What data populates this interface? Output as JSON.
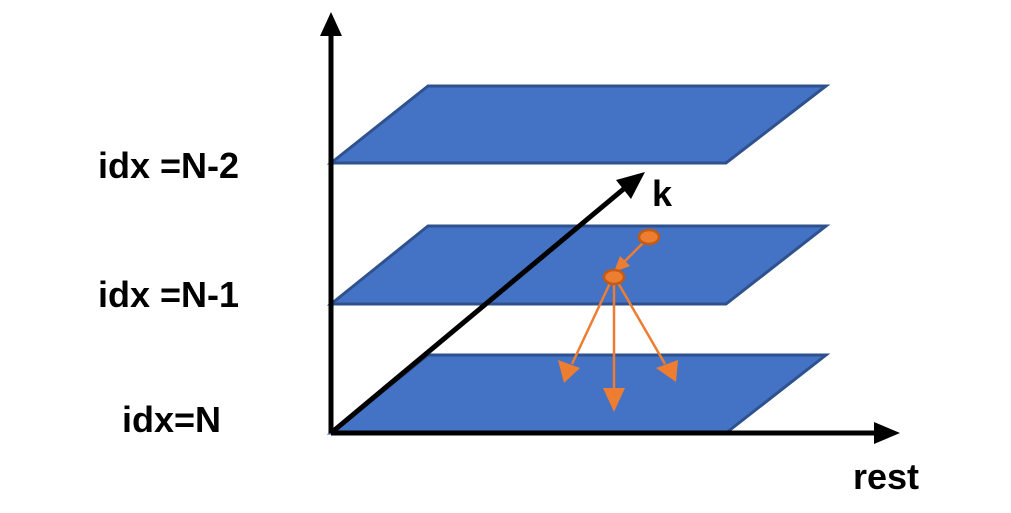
{
  "labels": {
    "layer_top": "idx =N-2",
    "layer_mid": "idx =N-1",
    "layer_bottom": "idx=N",
    "depth_axis": "k",
    "horizontal_axis": "rest"
  },
  "colors": {
    "background": "#ffffff",
    "axis": "#000000",
    "plane_fill": "#4472c4",
    "plane_stroke": "#2f528f",
    "node_fill": "#ed7d31",
    "node_stroke": "#c55a11",
    "edge": "#ed7d31",
    "text": "#000000"
  },
  "diagram": {
    "layers": [
      "idx =N-2",
      "idx =N-1",
      "idx=N"
    ],
    "nodes": [
      {
        "id": "node-upper",
        "layer": "idx =N-1"
      },
      {
        "id": "node-lower",
        "layer": "idx =N-1"
      }
    ],
    "edges": [
      {
        "from": "node-upper",
        "to": "node-lower"
      },
      {
        "from": "node-lower",
        "to": "idx=N",
        "direction": "down-left"
      },
      {
        "from": "node-lower",
        "to": "idx=N",
        "direction": "down"
      },
      {
        "from": "node-lower",
        "to": "idx=N",
        "direction": "down-right"
      }
    ]
  }
}
